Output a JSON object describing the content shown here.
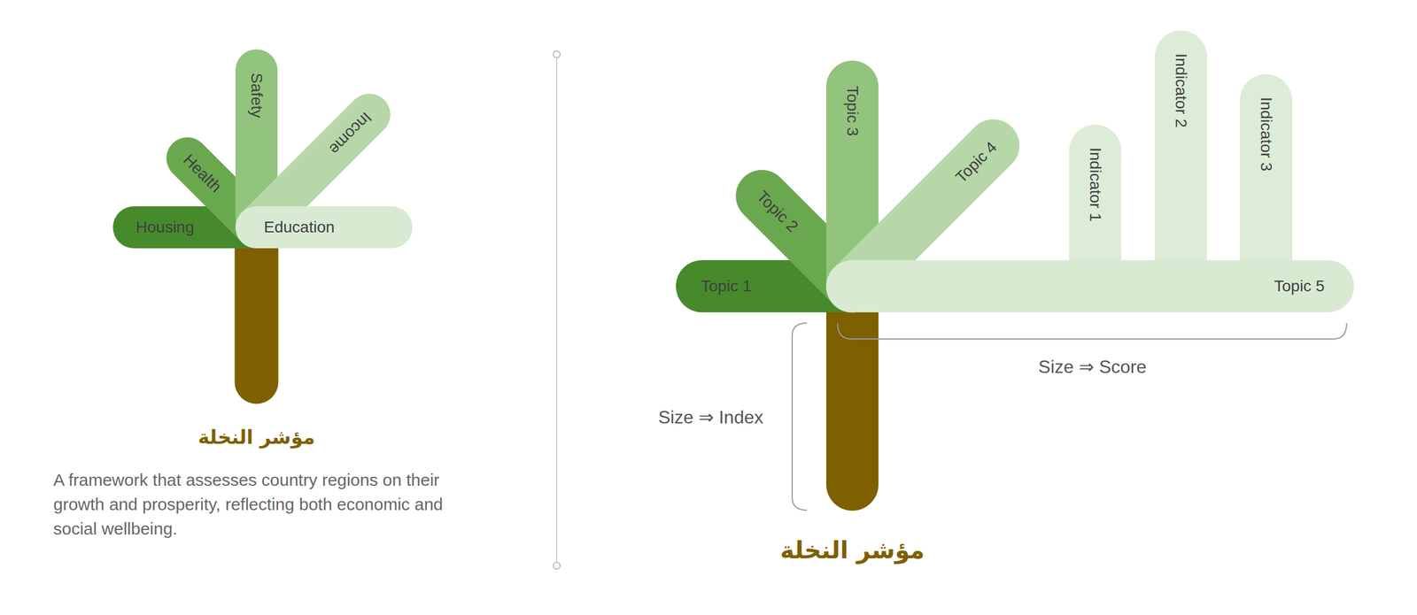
{
  "diagram": {
    "title": "مؤشر النخلة",
    "caption": "A framework that assesses country regions on their growth and prosperity, reflecting both economic and social wellbeing.",
    "nodes": [
      {
        "text": [
          "Housing"
        ]
      },
      {
        "text": [
          "Health"
        ]
      },
      {
        "text": [
          "Safety"
        ]
      },
      {
        "text": [
          "Income"
        ]
      },
      {
        "text": [
          "Education"
        ]
      },
      {
        "text": [
          "Topic 1"
        ]
      },
      {
        "text": [
          "Topic 2"
        ]
      },
      {
        "text": [
          "Topic 3"
        ]
      },
      {
        "text": [
          "Topic 4"
        ]
      },
      {
        "text": [
          "Topic 5"
        ]
      },
      {
        "text": [
          "Indicator 1"
        ]
      },
      {
        "text": [
          "Indicator 2"
        ]
      },
      {
        "text": [
          "Indicator 3"
        ]
      }
    ],
    "labels": [
      "Size ⇒ Index",
      "Size ⇒ Score",
      "مؤشر النخلة"
    ]
  }
}
